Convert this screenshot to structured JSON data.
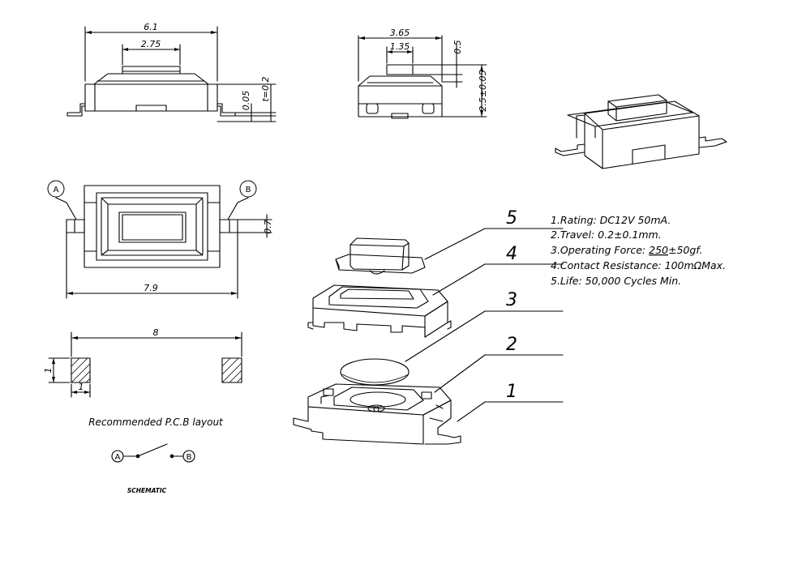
{
  "dimensions": {
    "front_width": "6.1",
    "front_actuator": "2.75",
    "front_lead": "0.05",
    "front_thickness": "t=0.2",
    "side_width": "3.65",
    "side_actuator": "1.35",
    "side_travel": "0.5",
    "side_height": "2.5±0.05",
    "top_overall": "7.9",
    "top_pin_width": "0.7",
    "pcb_span": "8",
    "pcb_pad_w": "1",
    "pcb_pad_h": "1"
  },
  "terminals": {
    "a": "A",
    "b": "B"
  },
  "parts": [
    "5",
    "4",
    "3",
    "2",
    "1"
  ],
  "specs": [
    "1.Rating: DC12V  50mA.",
    "2.Travel: 0.2±0.1mm.",
    {
      "before": "3.Operating  Force: ",
      "underlined": "250",
      "after": "±50gf."
    },
    "4.Contact  Resistance: 100mΩMax.",
    "5.Life: 50,000  Cycles  Min."
  ],
  "captions": {
    "pcb_layout": "Recommended  P.C.B  layout",
    "schematic": "SCHEMATIC"
  }
}
